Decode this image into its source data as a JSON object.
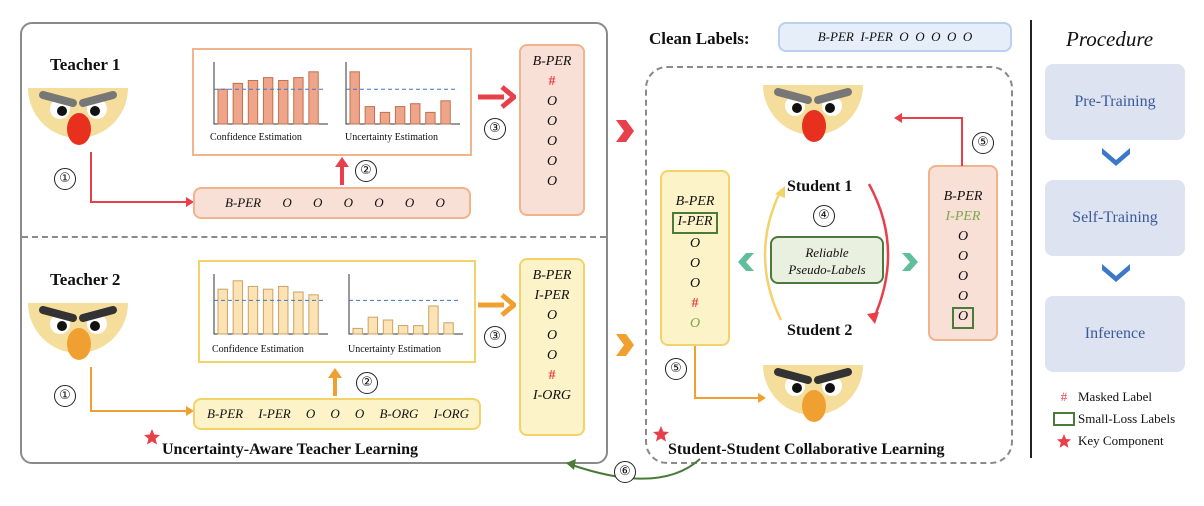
{
  "teacher1": {
    "title": "Teacher 1",
    "conf_label": "Confidence Estimation",
    "unc_label": "Uncertainty Estimation",
    "input_seq": [
      "B-PER",
      "O",
      "O",
      "O",
      "O",
      "O",
      "O"
    ],
    "output_col": [
      "B-PER",
      "#",
      "O",
      "O",
      "O",
      "O",
      "O"
    ]
  },
  "teacher2": {
    "title": "Teacher 2",
    "conf_label": "Confidence Estimation",
    "unc_label": "Uncertainty Estimation",
    "input_seq": [
      "B-PER",
      "I-PER",
      "O",
      "O",
      "O",
      "B-ORG",
      "I-ORG"
    ],
    "output_col": [
      "B-PER",
      "I-PER",
      "O",
      "O",
      "O",
      "#",
      "I-ORG"
    ]
  },
  "teacher_panel_title": "Uncertainty-Aware Teacher Learning",
  "clean_labels": {
    "title": "Clean Labels:",
    "seq": "B-PER  I-PER  O  O  O  O  O"
  },
  "student_panel_title": "Student-Student Collaborative Learning",
  "student1": "Student 1",
  "student2": "Student 2",
  "reliable": {
    "line1": "Reliable",
    "line2": "Pseudo-Labels"
  },
  "left_col": [
    "B-PER",
    "I-PER",
    "O",
    "O",
    "O",
    "#",
    "O"
  ],
  "right_col": [
    "B-PER",
    "I-PER",
    "O",
    "O",
    "O",
    "O",
    "O"
  ],
  "steps": [
    "①",
    "②",
    "③",
    "④",
    "⑤",
    "⑥"
  ],
  "procedure": {
    "title": "Procedure",
    "items": [
      "Pre-Training",
      "Self-Training",
      "Inference"
    ]
  },
  "legend": [
    {
      "symbol": "#",
      "label": "Masked Label"
    },
    {
      "symbol": "box",
      "label": "Small-Loss Labels"
    },
    {
      "symbol": "star",
      "label": "Key Component"
    }
  ],
  "colors": {
    "red": "#e8404a",
    "orange": "#f0a030",
    "green": "#4c7a3a",
    "teal": "#5fbf9a",
    "blue": "#3b78c9"
  },
  "chart_data": [
    {
      "type": "bar",
      "title": "Confidence Estimation",
      "values": [
        6,
        7,
        7.5,
        8,
        7.5,
        8,
        9
      ],
      "ylim": [
        0,
        10
      ]
    },
    {
      "type": "bar",
      "title": "Uncertainty Estimation",
      "values": [
        9,
        3,
        2,
        3,
        3.5,
        2,
        4
      ],
      "ylim": [
        0,
        10
      ]
    },
    {
      "type": "bar",
      "title": "Confidence Estimation",
      "values": [
        8,
        9.5,
        8.5,
        8,
        8.5,
        7.5,
        7
      ],
      "ylim": [
        0,
        10
      ]
    },
    {
      "type": "bar",
      "title": "Uncertainty Estimation",
      "values": [
        1,
        3,
        2.5,
        1.5,
        1.5,
        5,
        2
      ],
      "ylim": [
        0,
        10
      ]
    }
  ]
}
